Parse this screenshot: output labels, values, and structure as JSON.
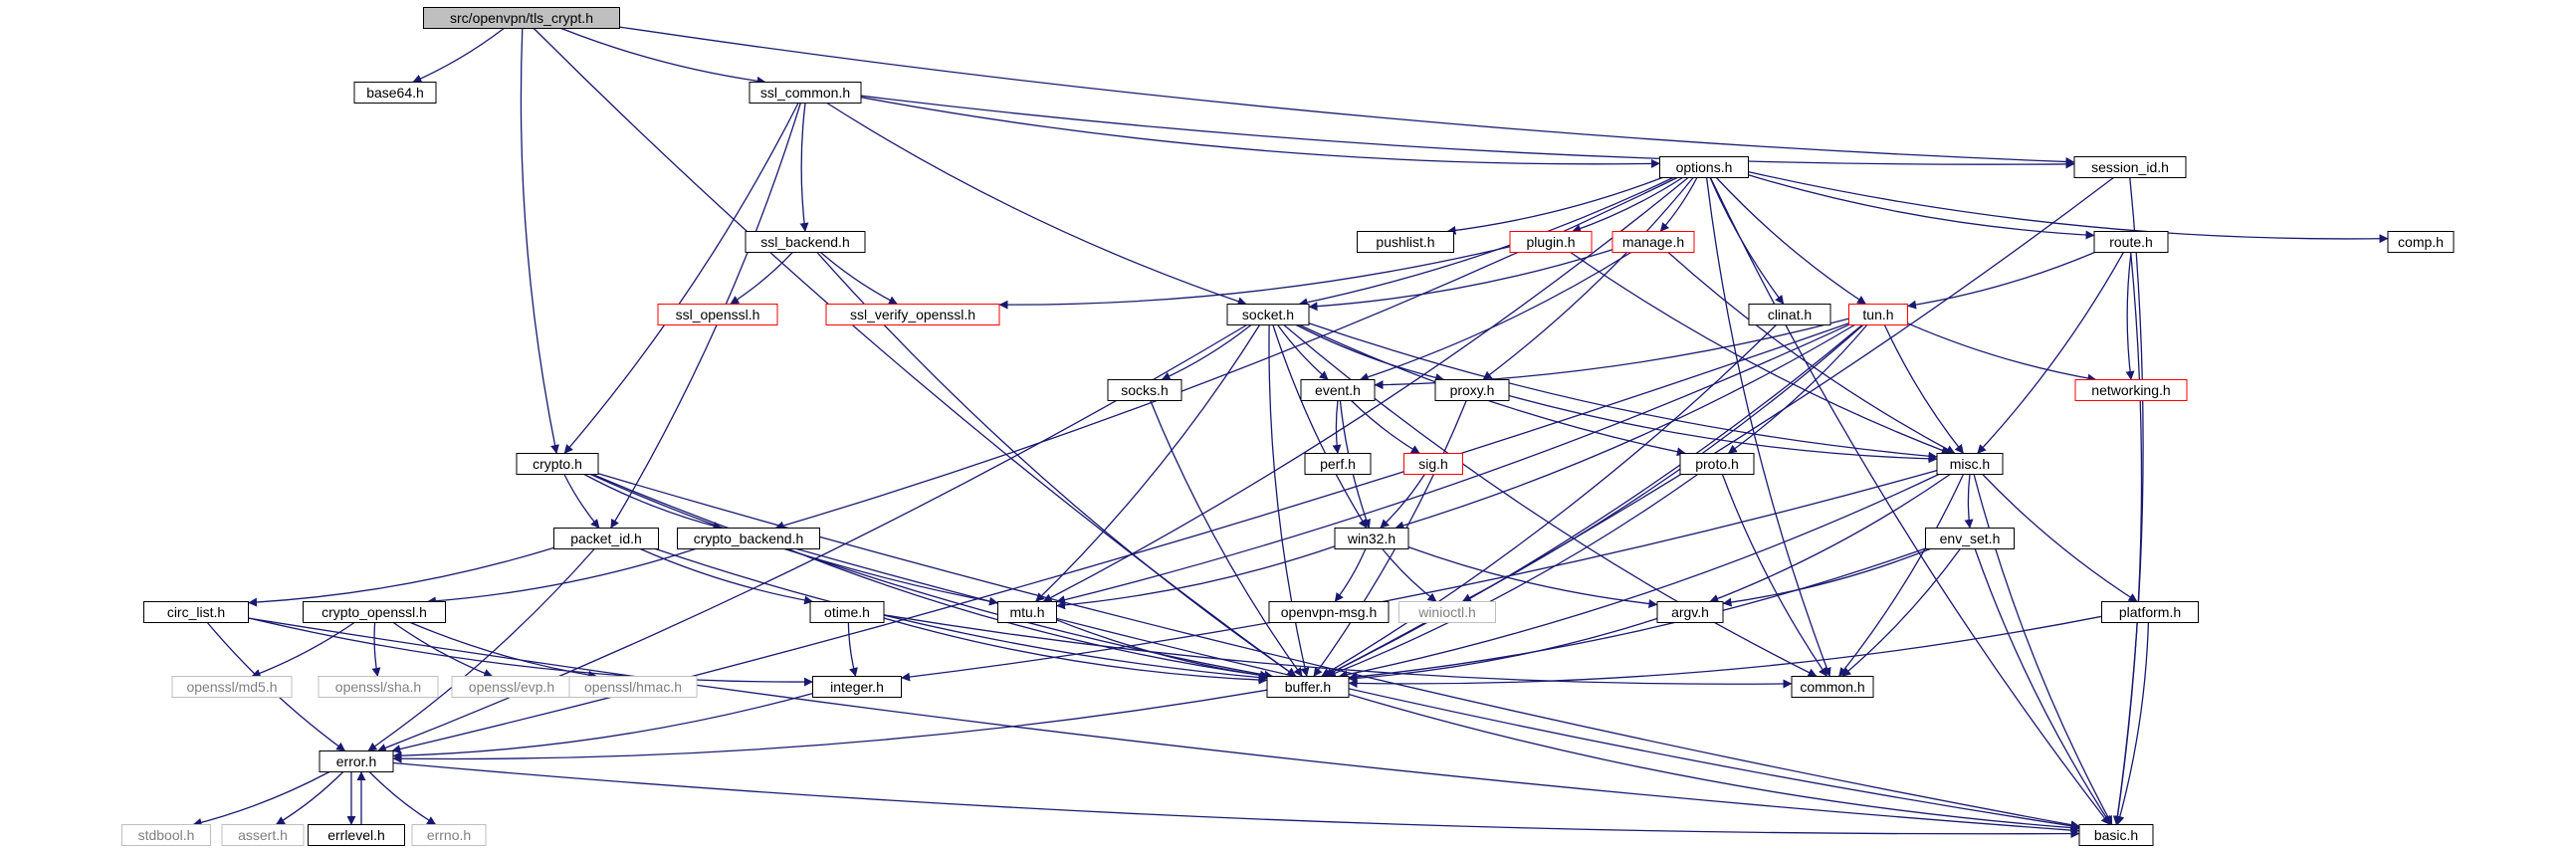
{
  "diagram": {
    "nodes": [
      {
        "id": "tls_crypt",
        "label": "src/openvpn/tls_crypt.h",
        "style": "root"
      },
      {
        "id": "base64",
        "label": "base64.h",
        "style": "normal"
      },
      {
        "id": "ssl_common",
        "label": "ssl_common.h",
        "style": "normal"
      },
      {
        "id": "session_id",
        "label": "session_id.h",
        "style": "normal"
      },
      {
        "id": "options",
        "label": "options.h",
        "style": "normal"
      },
      {
        "id": "ssl_backend",
        "label": "ssl_backend.h",
        "style": "normal"
      },
      {
        "id": "pushlist",
        "label": "pushlist.h",
        "style": "normal"
      },
      {
        "id": "plugin",
        "label": "plugin.h",
        "style": "truncated"
      },
      {
        "id": "manage",
        "label": "manage.h",
        "style": "truncated"
      },
      {
        "id": "route",
        "label": "route.h",
        "style": "normal"
      },
      {
        "id": "comp",
        "label": "comp.h",
        "style": "normal"
      },
      {
        "id": "ssl_openssl",
        "label": "ssl_openssl.h",
        "style": "truncated"
      },
      {
        "id": "ssl_verify_openssl",
        "label": "ssl_verify_openssl.h",
        "style": "truncated"
      },
      {
        "id": "socket",
        "label": "socket.h",
        "style": "normal"
      },
      {
        "id": "clinat",
        "label": "clinat.h",
        "style": "normal"
      },
      {
        "id": "tun",
        "label": "tun.h",
        "style": "truncated"
      },
      {
        "id": "socks",
        "label": "socks.h",
        "style": "normal"
      },
      {
        "id": "event",
        "label": "event.h",
        "style": "normal"
      },
      {
        "id": "proxy",
        "label": "proxy.h",
        "style": "normal"
      },
      {
        "id": "networking",
        "label": "networking.h",
        "style": "truncated"
      },
      {
        "id": "perf",
        "label": "perf.h",
        "style": "normal"
      },
      {
        "id": "sig",
        "label": "sig.h",
        "style": "truncated"
      },
      {
        "id": "crypto",
        "label": "crypto.h",
        "style": "normal"
      },
      {
        "id": "proto",
        "label": "proto.h",
        "style": "normal"
      },
      {
        "id": "misc",
        "label": "misc.h",
        "style": "normal"
      },
      {
        "id": "packet_id",
        "label": "packet_id.h",
        "style": "normal"
      },
      {
        "id": "crypto_backend",
        "label": "crypto_backend.h",
        "style": "normal"
      },
      {
        "id": "win32",
        "label": "win32.h",
        "style": "normal"
      },
      {
        "id": "env_set",
        "label": "env_set.h",
        "style": "normal"
      },
      {
        "id": "circ_list",
        "label": "circ_list.h",
        "style": "normal"
      },
      {
        "id": "crypto_openssl",
        "label": "crypto_openssl.h",
        "style": "normal"
      },
      {
        "id": "otime",
        "label": "otime.h",
        "style": "normal"
      },
      {
        "id": "mtu",
        "label": "mtu.h",
        "style": "normal"
      },
      {
        "id": "openvpn_msg",
        "label": "openvpn-msg.h",
        "style": "normal"
      },
      {
        "id": "winioctl",
        "label": "winioctl.h",
        "style": "system"
      },
      {
        "id": "argv",
        "label": "argv.h",
        "style": "normal"
      },
      {
        "id": "platform",
        "label": "platform.h",
        "style": "normal"
      },
      {
        "id": "openssl_md5",
        "label": "openssl/md5.h",
        "style": "system"
      },
      {
        "id": "openssl_sha",
        "label": "openssl/sha.h",
        "style": "system"
      },
      {
        "id": "openssl_evp",
        "label": "openssl/evp.h",
        "style": "system"
      },
      {
        "id": "openssl_hmac",
        "label": "openssl/hmac.h",
        "style": "system"
      },
      {
        "id": "integer",
        "label": "integer.h",
        "style": "normal"
      },
      {
        "id": "buffer",
        "label": "buffer.h",
        "style": "normal"
      },
      {
        "id": "common",
        "label": "common.h",
        "style": "normal"
      },
      {
        "id": "error",
        "label": "error.h",
        "style": "normal"
      },
      {
        "id": "stdbool",
        "label": "stdbool.h",
        "style": "system"
      },
      {
        "id": "assert",
        "label": "assert.h",
        "style": "system"
      },
      {
        "id": "errlevel",
        "label": "errlevel.h",
        "style": "normal"
      },
      {
        "id": "errno",
        "label": "errno.h",
        "style": "system"
      },
      {
        "id": "basic",
        "label": "basic.h",
        "style": "normal"
      }
    ],
    "edges": [
      [
        "tls_crypt",
        "base64"
      ],
      [
        "tls_crypt",
        "ssl_common"
      ],
      [
        "tls_crypt",
        "session_id"
      ],
      [
        "tls_crypt",
        "crypto"
      ],
      [
        "tls_crypt",
        "buffer"
      ],
      [
        "ssl_common",
        "session_id"
      ],
      [
        "ssl_common",
        "options"
      ],
      [
        "ssl_common",
        "ssl_backend"
      ],
      [
        "ssl_common",
        "socket"
      ],
      [
        "ssl_common",
        "crypto"
      ],
      [
        "ssl_common",
        "packet_id"
      ],
      [
        "session_id",
        "basic"
      ],
      [
        "session_id",
        "buffer"
      ],
      [
        "options",
        "pushlist"
      ],
      [
        "options",
        "plugin"
      ],
      [
        "options",
        "manage"
      ],
      [
        "options",
        "route"
      ],
      [
        "options",
        "comp"
      ],
      [
        "options",
        "clinat"
      ],
      [
        "options",
        "tun"
      ],
      [
        "options",
        "socket"
      ],
      [
        "options",
        "proxy"
      ],
      [
        "options",
        "crypto_backend"
      ],
      [
        "options",
        "mtu"
      ],
      [
        "options",
        "common"
      ],
      [
        "options",
        "basic"
      ],
      [
        "ssl_backend",
        "ssl_openssl"
      ],
      [
        "ssl_backend",
        "ssl_verify_openssl"
      ],
      [
        "ssl_backend",
        "buffer"
      ],
      [
        "plugin",
        "ssl_verify_openssl"
      ],
      [
        "plugin",
        "misc"
      ],
      [
        "manage",
        "socket"
      ],
      [
        "manage",
        "event"
      ],
      [
        "manage",
        "misc"
      ],
      [
        "route",
        "tun"
      ],
      [
        "route",
        "networking"
      ],
      [
        "route",
        "misc"
      ],
      [
        "route",
        "basic"
      ],
      [
        "clinat",
        "buffer"
      ],
      [
        "socket",
        "socks"
      ],
      [
        "socket",
        "event"
      ],
      [
        "socket",
        "proxy"
      ],
      [
        "socket",
        "proto"
      ],
      [
        "socket",
        "misc"
      ],
      [
        "socket",
        "win32"
      ],
      [
        "socket",
        "mtu"
      ],
      [
        "socket",
        "buffer"
      ],
      [
        "socket",
        "common"
      ],
      [
        "socket",
        "error"
      ],
      [
        "tun",
        "event"
      ],
      [
        "tun",
        "proto"
      ],
      [
        "tun",
        "misc"
      ],
      [
        "tun",
        "win32"
      ],
      [
        "tun",
        "networking"
      ],
      [
        "tun",
        "winioctl"
      ],
      [
        "tun",
        "mtu"
      ],
      [
        "tun",
        "buffer"
      ],
      [
        "tun",
        "error"
      ],
      [
        "socks",
        "buffer"
      ],
      [
        "event",
        "perf"
      ],
      [
        "event",
        "sig"
      ],
      [
        "event",
        "win32"
      ],
      [
        "sig",
        "win32"
      ],
      [
        "proxy",
        "misc"
      ],
      [
        "proxy",
        "buffer"
      ],
      [
        "crypto",
        "packet_id"
      ],
      [
        "crypto",
        "crypto_backend"
      ],
      [
        "crypto",
        "mtu"
      ],
      [
        "crypto",
        "buffer"
      ],
      [
        "crypto",
        "basic"
      ],
      [
        "proto",
        "buffer"
      ],
      [
        "proto",
        "common"
      ],
      [
        "misc",
        "env_set"
      ],
      [
        "misc",
        "argv"
      ],
      [
        "misc",
        "platform"
      ],
      [
        "misc",
        "buffer"
      ],
      [
        "misc",
        "common"
      ],
      [
        "misc",
        "integer"
      ],
      [
        "misc",
        "basic"
      ],
      [
        "packet_id",
        "circ_list"
      ],
      [
        "packet_id",
        "otime"
      ],
      [
        "packet_id",
        "buffer"
      ],
      [
        "packet_id",
        "error"
      ],
      [
        "crypto_backend",
        "crypto_openssl"
      ],
      [
        "crypto_backend",
        "buffer"
      ],
      [
        "crypto_backend",
        "basic"
      ],
      [
        "win32",
        "openvpn_msg"
      ],
      [
        "win32",
        "winioctl"
      ],
      [
        "win32",
        "mtu"
      ],
      [
        "win32",
        "argv"
      ],
      [
        "env_set",
        "argv"
      ],
      [
        "env_set",
        "buffer"
      ],
      [
        "env_set",
        "common"
      ],
      [
        "env_set",
        "basic"
      ],
      [
        "circ_list",
        "integer"
      ],
      [
        "circ_list",
        "error"
      ],
      [
        "circ_list",
        "basic"
      ],
      [
        "crypto_openssl",
        "openssl_md5"
      ],
      [
        "crypto_openssl",
        "openssl_sha"
      ],
      [
        "crypto_openssl",
        "openssl_evp"
      ],
      [
        "crypto_openssl",
        "openssl_hmac"
      ],
      [
        "otime",
        "integer"
      ],
      [
        "otime",
        "buffer"
      ],
      [
        "otime",
        "common"
      ],
      [
        "mtu",
        "buffer"
      ],
      [
        "argv",
        "buffer"
      ],
      [
        "platform",
        "buffer"
      ],
      [
        "platform",
        "basic"
      ],
      [
        "integer",
        "error"
      ],
      [
        "buffer",
        "error"
      ],
      [
        "buffer",
        "basic"
      ],
      [
        "error",
        "stdbool"
      ],
      [
        "error",
        "assert"
      ],
      [
        "error",
        "errlevel"
      ],
      [
        "error",
        "errno"
      ],
      [
        "error",
        "basic"
      ],
      [
        "errlevel",
        "error"
      ]
    ],
    "colors": {
      "edge": "#191970",
      "node_border": "#000000",
      "truncated_border": "#ff0000",
      "system_border": "#bfbfbf",
      "system_text": "#808080",
      "root_fill": "#bfbfbf",
      "node_fill": "#ffffff"
    }
  }
}
